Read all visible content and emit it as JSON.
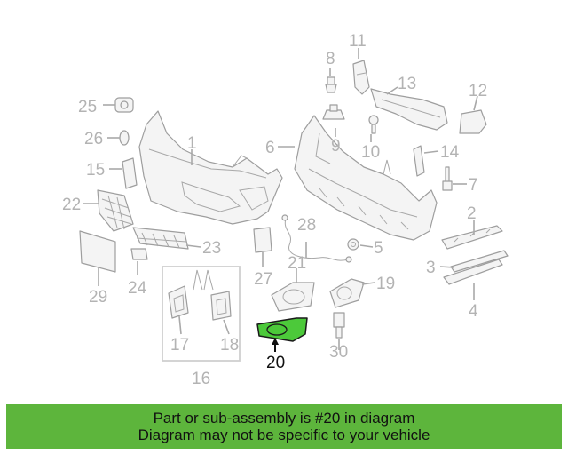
{
  "callouts": [
    {
      "id": "1",
      "label": "1"
    },
    {
      "id": "2",
      "label": "2"
    },
    {
      "id": "3",
      "label": "3"
    },
    {
      "id": "4",
      "label": "4"
    },
    {
      "id": "5",
      "label": "5"
    },
    {
      "id": "6",
      "label": "6"
    },
    {
      "id": "7",
      "label": "7"
    },
    {
      "id": "8",
      "label": "8"
    },
    {
      "id": "9",
      "label": "9"
    },
    {
      "id": "10",
      "label": "10"
    },
    {
      "id": "11",
      "label": "11"
    },
    {
      "id": "12",
      "label": "12"
    },
    {
      "id": "13",
      "label": "13"
    },
    {
      "id": "14",
      "label": "14"
    },
    {
      "id": "15",
      "label": "15"
    },
    {
      "id": "16",
      "label": "16"
    },
    {
      "id": "17",
      "label": "17"
    },
    {
      "id": "18",
      "label": "18"
    },
    {
      "id": "19",
      "label": "19"
    },
    {
      "id": "20",
      "label": "20"
    },
    {
      "id": "21",
      "label": "21"
    },
    {
      "id": "22",
      "label": "22"
    },
    {
      "id": "23",
      "label": "23"
    },
    {
      "id": "24",
      "label": "24"
    },
    {
      "id": "25",
      "label": "25"
    },
    {
      "id": "26",
      "label": "26"
    },
    {
      "id": "27",
      "label": "27"
    },
    {
      "id": "28",
      "label": "28"
    },
    {
      "id": "29",
      "label": "29"
    },
    {
      "id": "30",
      "label": "30"
    }
  ],
  "highlighted_part": "20",
  "colors": {
    "highlight_fill": "#4cc93a",
    "banner_background": "#5db53c",
    "callout_gray": "#b3b3b3"
  },
  "banner": {
    "line1": "Part or sub-assembly is #20 in diagram",
    "line2": "Diagram may not be specific to your vehicle"
  }
}
